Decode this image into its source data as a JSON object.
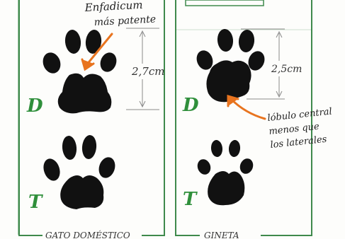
{
  "annotations": {
    "claw_note_line1": "Enfadicum",
    "claw_note_line2": "más patente",
    "measure_cat": "2,7cm",
    "measure_genet": "2,5cm",
    "lobe_note_line1": "lóbulo central",
    "lobe_note_line2": "menos que",
    "lobe_note_line3": "los laterales"
  },
  "rows": {
    "front_label": "D",
    "hind_label": "T"
  },
  "panels": {
    "cat_label": "GATO DOMÉSTICO",
    "genet_label": "GINETA"
  },
  "colors": {
    "frame": "#3f8a4c",
    "ink": "#111111",
    "arrow": "#e8741f",
    "row_letter": "#2f8f3b",
    "pencil": "#8a8a8a"
  }
}
